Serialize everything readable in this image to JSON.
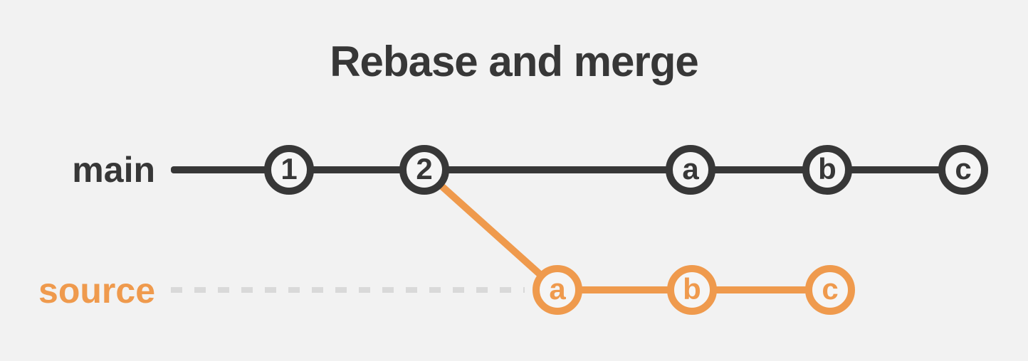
{
  "title": "Rebase and merge",
  "colors": {
    "background": "#f2f2f2",
    "dark": "#373737",
    "orange": "#ef9a4d",
    "dash": "#d9d9d9",
    "node_fill": "#f5f5f5"
  },
  "branches": {
    "main": {
      "label": "main",
      "commits": [
        {
          "label": "1"
        },
        {
          "label": "2"
        },
        {
          "label": "a"
        },
        {
          "label": "b"
        },
        {
          "label": "c"
        }
      ]
    },
    "source": {
      "label": "source",
      "commits": [
        {
          "label": "a"
        },
        {
          "label": "b"
        },
        {
          "label": "c"
        }
      ]
    }
  }
}
